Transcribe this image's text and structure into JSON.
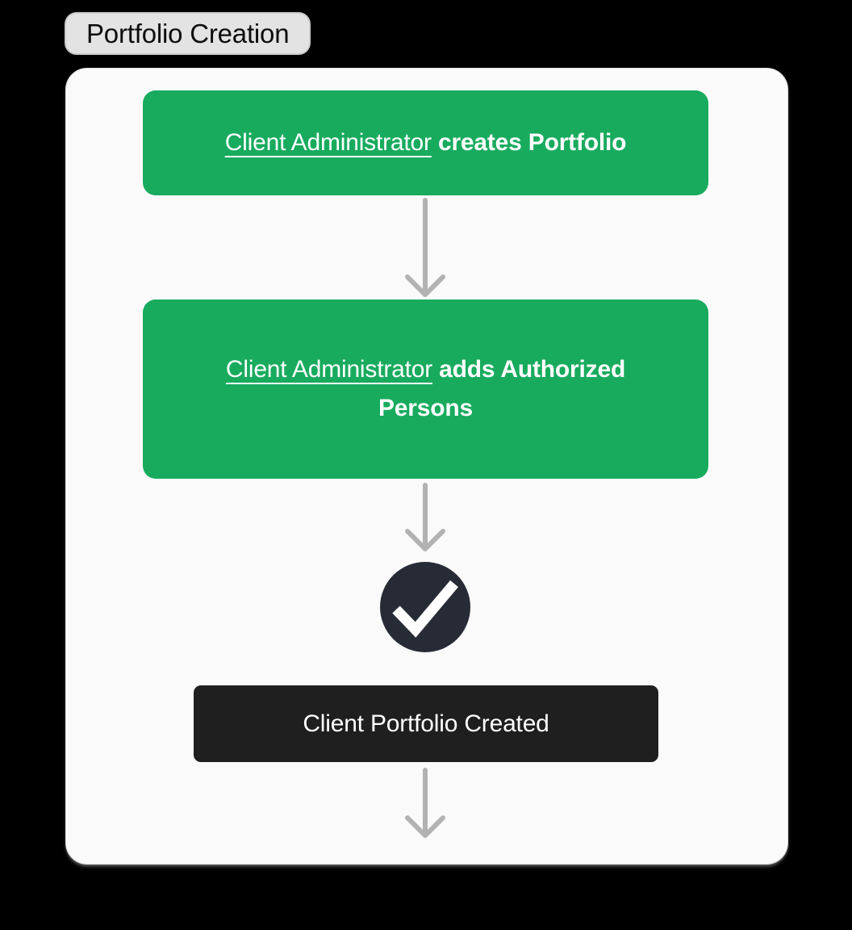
{
  "badge": {
    "label": "Portfolio Creation"
  },
  "steps": [
    {
      "actor": "Client Administrator",
      "action": "creates Portfolio"
    },
    {
      "actor": "Client Administrator",
      "action": "adds Authorized Persons"
    }
  ],
  "check": {
    "icon": "checkmark-circle"
  },
  "result": {
    "label": "Client Portfolio Created"
  },
  "colors": {
    "page_background": "#000000",
    "card_background": "#fafafa",
    "node_green": "#18ab5e",
    "node_dark": "#1f1f1f",
    "check_circle": "#262b36",
    "arrow_gray": "#b2b2b2",
    "badge_background": "#e3e3e3",
    "badge_border": "#cbcbcb",
    "text_on_dark": "#ffffff",
    "text_on_badge": "#0d0d0d"
  }
}
